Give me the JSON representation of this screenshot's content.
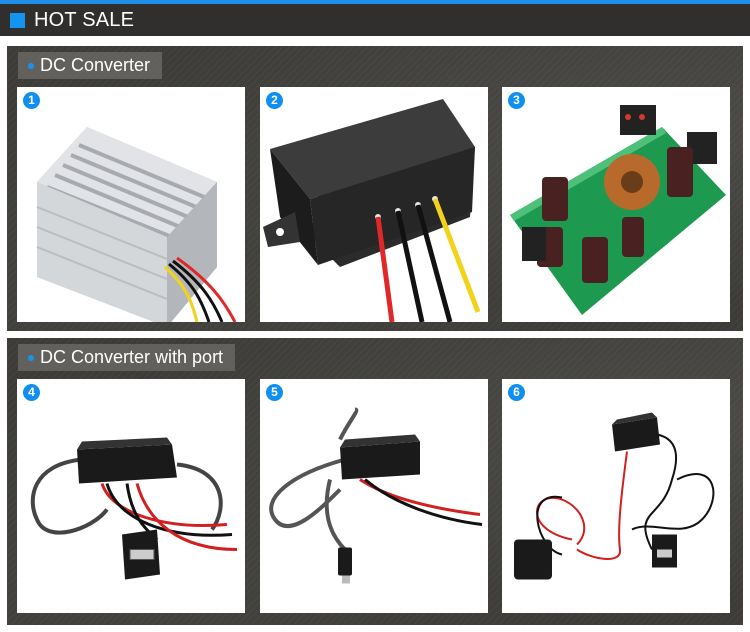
{
  "header": {
    "title": "HOT SALE",
    "accent_color": "#1593f0",
    "bar_color": "#302f2d"
  },
  "sections": [
    {
      "title": "DC Converter",
      "products": [
        {
          "number": "1",
          "image": "aluminum-finned-dc-converter-with-red-black-yellow-wires"
        },
        {
          "number": "2",
          "image": "black-potted-dc-converter-with-red-black-yellow-wires"
        },
        {
          "number": "3",
          "image": "green-pcb-dc-converter-board-with-toroid-coil-and-capacitors"
        }
      ]
    },
    {
      "title": "DC Converter with port",
      "products": [
        {
          "number": "4",
          "image": "black-converter-with-usb-female-port-and-red-black-wires"
        },
        {
          "number": "5",
          "image": "black-converter-with-micro-usb-plug-and-red-black-wires"
        },
        {
          "number": "6",
          "image": "black-converter-with-fuse-holder-and-usb-female-cable"
        }
      ]
    }
  ]
}
